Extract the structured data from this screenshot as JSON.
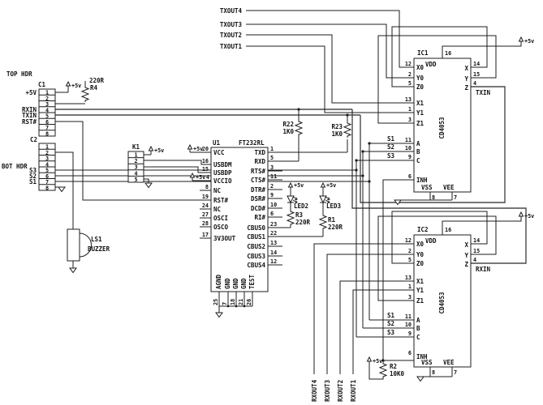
{
  "colors": {
    "wire": "#1c1c1c",
    "bg": "#ffffff"
  },
  "power": {
    "p5v": "+5v"
  },
  "top_header": {
    "label": "TOP HDR",
    "ref": "C1",
    "pins": [
      "1",
      "2",
      "3",
      "4",
      "5",
      "6",
      "7",
      "8"
    ],
    "sig_p1": "+5V",
    "sig_p4": "RXIN",
    "sig_p5": "TXIN",
    "sig_p6": "RST#"
  },
  "bot_header": {
    "label": "BOT HDR",
    "ref": "C2",
    "pins": [
      "1",
      "2",
      "3",
      "4",
      "5",
      "6",
      "7",
      "8"
    ],
    "sig_p5": "S3",
    "sig_p6": "S2",
    "sig_p7": "S1"
  },
  "k1": {
    "ref": "K1",
    "pins": [
      "1",
      "2",
      "3",
      "4",
      "5"
    ]
  },
  "u1": {
    "ref": "U1",
    "part": "FT232RL",
    "left": [
      {
        "n": "20",
        "l": "VCC"
      },
      {
        "n": "16",
        "l": "USBDM"
      },
      {
        "n": "15",
        "l": "USBDP"
      },
      {
        "n": "4",
        "l": "VCCIO"
      },
      {
        "n": "8",
        "l": "NC"
      },
      {
        "n": "19",
        "l": "RST#"
      },
      {
        "n": "24",
        "l": "NC"
      },
      {
        "n": "27",
        "l": "OSCI"
      },
      {
        "n": "28",
        "l": "OSCO"
      },
      {
        "n": "17",
        "l": "3V3OUT"
      }
    ],
    "right": [
      {
        "n": "1",
        "l": "TXD"
      },
      {
        "n": "5",
        "l": "RXD"
      },
      {
        "n": "3",
        "l": "RTS#"
      },
      {
        "n": "11",
        "l": "CTS#"
      },
      {
        "n": "2",
        "l": "DTR#"
      },
      {
        "n": "9",
        "l": "DSR#"
      },
      {
        "n": "10",
        "l": "DCD#"
      },
      {
        "n": "6",
        "l": "RI#"
      },
      {
        "n": "23",
        "l": "CBUS0"
      },
      {
        "n": "22",
        "l": "CBUS1"
      },
      {
        "n": "13",
        "l": "CBUS2"
      },
      {
        "n": "14",
        "l": "CBUS3"
      },
      {
        "n": "12",
        "l": "CBUS4"
      }
    ],
    "bottom": [
      {
        "n": "25",
        "l": "AGND"
      },
      {
        "n": "7",
        "l": "GND"
      },
      {
        "n": "18",
        "l": "GND"
      },
      {
        "n": "21",
        "l": "GND"
      },
      {
        "n": "26",
        "l": "TEST"
      }
    ]
  },
  "ic1": {
    "ref": "IC1",
    "part": "CD4053",
    "vdd_n": "16",
    "vdd": "VDD",
    "vss": "VSS",
    "vss_n": "8",
    "vee": "VEE",
    "vee_n": "7",
    "z_net": "TXIN",
    "left": [
      {
        "n": "12",
        "l": "X0"
      },
      {
        "n": "2",
        "l": "Y0"
      },
      {
        "n": "5",
        "l": "Z0"
      },
      {
        "n": "13",
        "l": "X1"
      },
      {
        "n": "1",
        "l": "Y1"
      },
      {
        "n": "3",
        "l": "Z1"
      },
      {
        "n": "11",
        "l": "A"
      },
      {
        "n": "10",
        "l": "B"
      },
      {
        "n": "9",
        "l": "C"
      },
      {
        "n": "6",
        "l": "INH"
      }
    ],
    "right": [
      {
        "n": "14",
        "l": "X"
      },
      {
        "n": "15",
        "l": "Y"
      },
      {
        "n": "4",
        "l": "Z"
      }
    ]
  },
  "ic2": {
    "ref": "IC2",
    "part": "CD4053",
    "vdd_n": "16",
    "vdd": "VDD",
    "vss": "VSS",
    "vss_n": "8",
    "vee": "VEE",
    "vee_n": "7",
    "z_net": "RXIN",
    "left": [
      {
        "n": "12",
        "l": "X0"
      },
      {
        "n": "2",
        "l": "Y0"
      },
      {
        "n": "5",
        "l": "Z0"
      },
      {
        "n": "13",
        "l": "X1"
      },
      {
        "n": "1",
        "l": "Y1"
      },
      {
        "n": "3",
        "l": "Z1"
      },
      {
        "n": "11",
        "l": "A"
      },
      {
        "n": "10",
        "l": "B"
      },
      {
        "n": "9",
        "l": "C"
      },
      {
        "n": "6",
        "l": "INH"
      }
    ],
    "right": [
      {
        "n": "14",
        "l": "X"
      },
      {
        "n": "15",
        "l": "Y"
      },
      {
        "n": "4",
        "l": "Z"
      }
    ]
  },
  "resistors": {
    "r4": {
      "ref": "R4",
      "val": "220R"
    },
    "r22": {
      "ref": "R22",
      "val": "1K0"
    },
    "r23": {
      "ref": "R23",
      "val": "1K0"
    },
    "r3": {
      "ref": "R3",
      "val": "220R"
    },
    "r1": {
      "ref": "R1",
      "val": "220R"
    },
    "r2": {
      "ref": "R2",
      "val": "10K0"
    }
  },
  "led2": "LED2",
  "led3": "LED3",
  "buzzer": {
    "ref": "LS1",
    "name": "BUZZER"
  },
  "sel": [
    "S1",
    "S2",
    "S3"
  ],
  "txout": [
    "TXOUT4",
    "TXOUT3",
    "TXOUT2",
    "TXOUT1"
  ],
  "rxout": [
    "RXOUT4",
    "RXOUT3",
    "RXOUT2",
    "RXOUT1"
  ]
}
